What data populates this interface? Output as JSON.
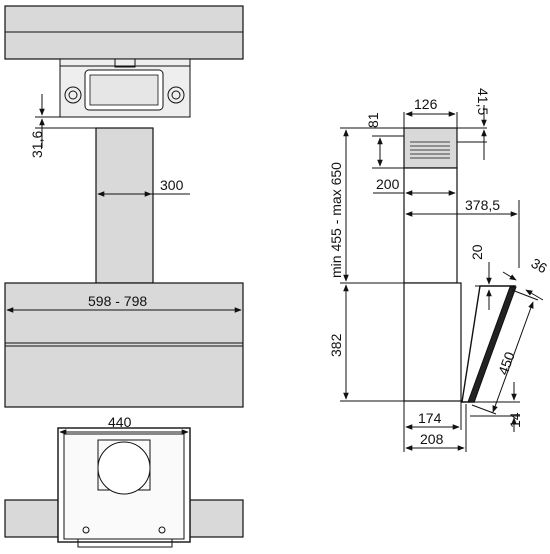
{
  "colors": {
    "line": "#111111",
    "body": "#d9d9d9",
    "light": "#eeeeee",
    "dark": "#222222"
  },
  "front_view": {
    "dim_offset": "31,6",
    "dim_chimney_width": "300",
    "dim_hood_width": "598 - 798"
  },
  "top_view": {
    "dim_width": "440"
  },
  "side_view": {
    "dim_outlet_width": "126",
    "dim_outlet_top": "41,5",
    "dim_outlet_height": "81",
    "dim_chimney_height": "min 455 - max 650",
    "dim_chimney_depth": "200",
    "dim_total_depth": "378,5",
    "dim_gap": "20",
    "dim_angle_thickness": "36",
    "dim_body_height": "382",
    "dim_panel_length": "450",
    "dim_base_depth": "174",
    "dim_bottom_offset": "14",
    "dim_depth_overall": "208"
  }
}
